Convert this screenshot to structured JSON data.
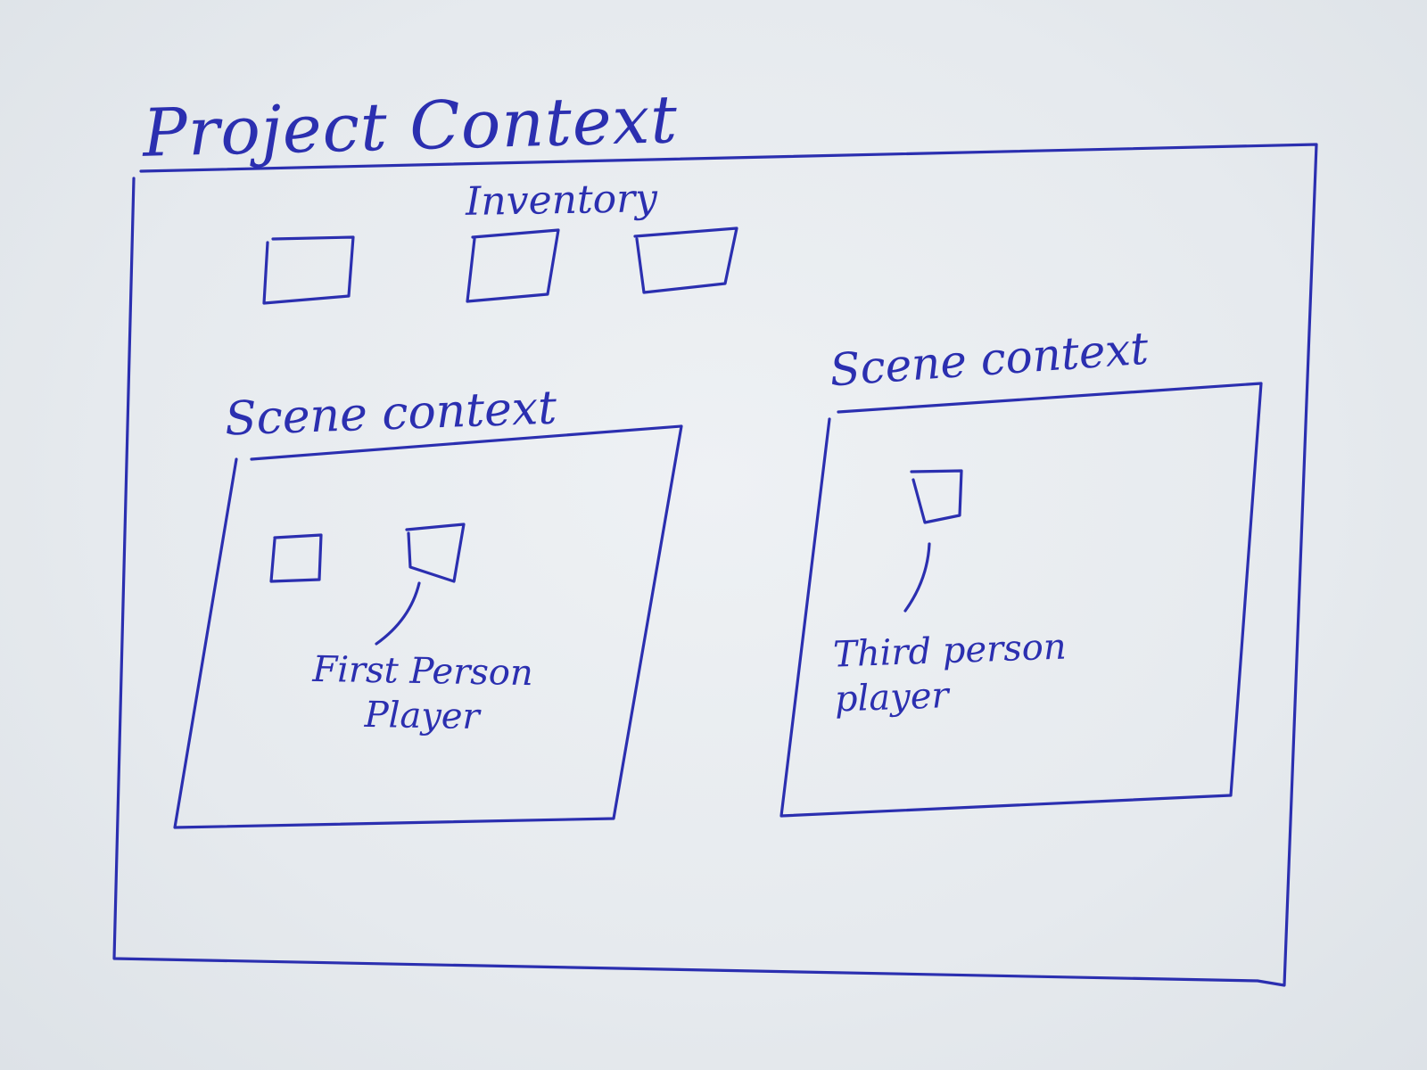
{
  "project": {
    "label": "Project Context"
  },
  "inventory": {
    "label": "Inventory"
  },
  "scenes": [
    {
      "label": "Scene context",
      "player_line1": "First Person",
      "player_line2": "Player"
    },
    {
      "label": "Scene context",
      "player_line1": "Third person",
      "player_line2": "player"
    }
  ],
  "colors": {
    "ink": "#2b2fb0",
    "paper": "#e9ecef"
  }
}
